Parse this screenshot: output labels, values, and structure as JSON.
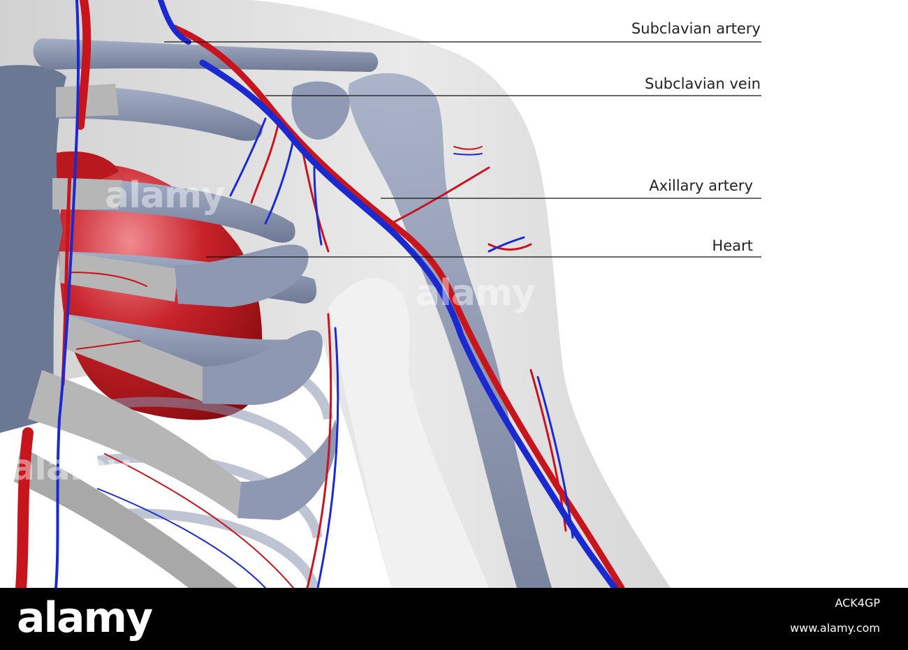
{
  "labels": {
    "subclavian_artery": "Subclavian artery",
    "subclavian_vein": "Subclavian vein",
    "axillary_artery": "Axillary artery",
    "heart": "Heart"
  },
  "watermark": "alamy",
  "footer": {
    "logo": "alamy",
    "image_code": "ACK4GP",
    "url": "www.alamy.com"
  },
  "colors": {
    "artery": "#c8141c",
    "vein": "#1a2ad0",
    "heart": "#b0141a",
    "bone": "#8a96b2",
    "cartilage": "#b4b4b4",
    "body": "#d8d8d8",
    "footer_bg": "#000000"
  }
}
